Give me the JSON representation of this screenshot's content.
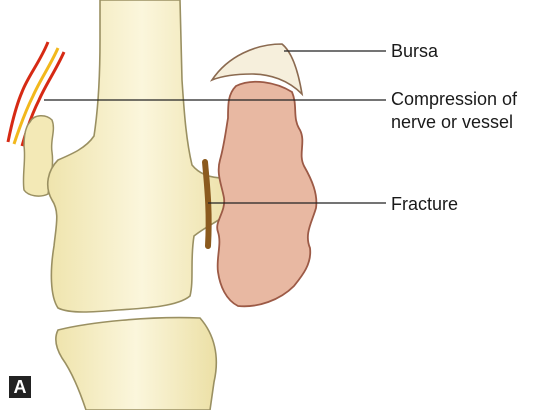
{
  "figure": {
    "panel_letter": "A",
    "labels": {
      "bursa": "Bursa",
      "compression_line1": "Compression of",
      "compression_line2": "nerve or vessel",
      "fracture": "Fracture"
    }
  },
  "colors": {
    "bone_fill": "#f6eec0",
    "bone_outline": "#9a9062",
    "callus_fill": "#e8b8a2",
    "callus_outline": "#9c5a46",
    "fracture_line": "#8b5a1e",
    "nerve_red": "#d62a14",
    "nerve_yellow": "#f2b81c",
    "leader_line": "#222222"
  }
}
